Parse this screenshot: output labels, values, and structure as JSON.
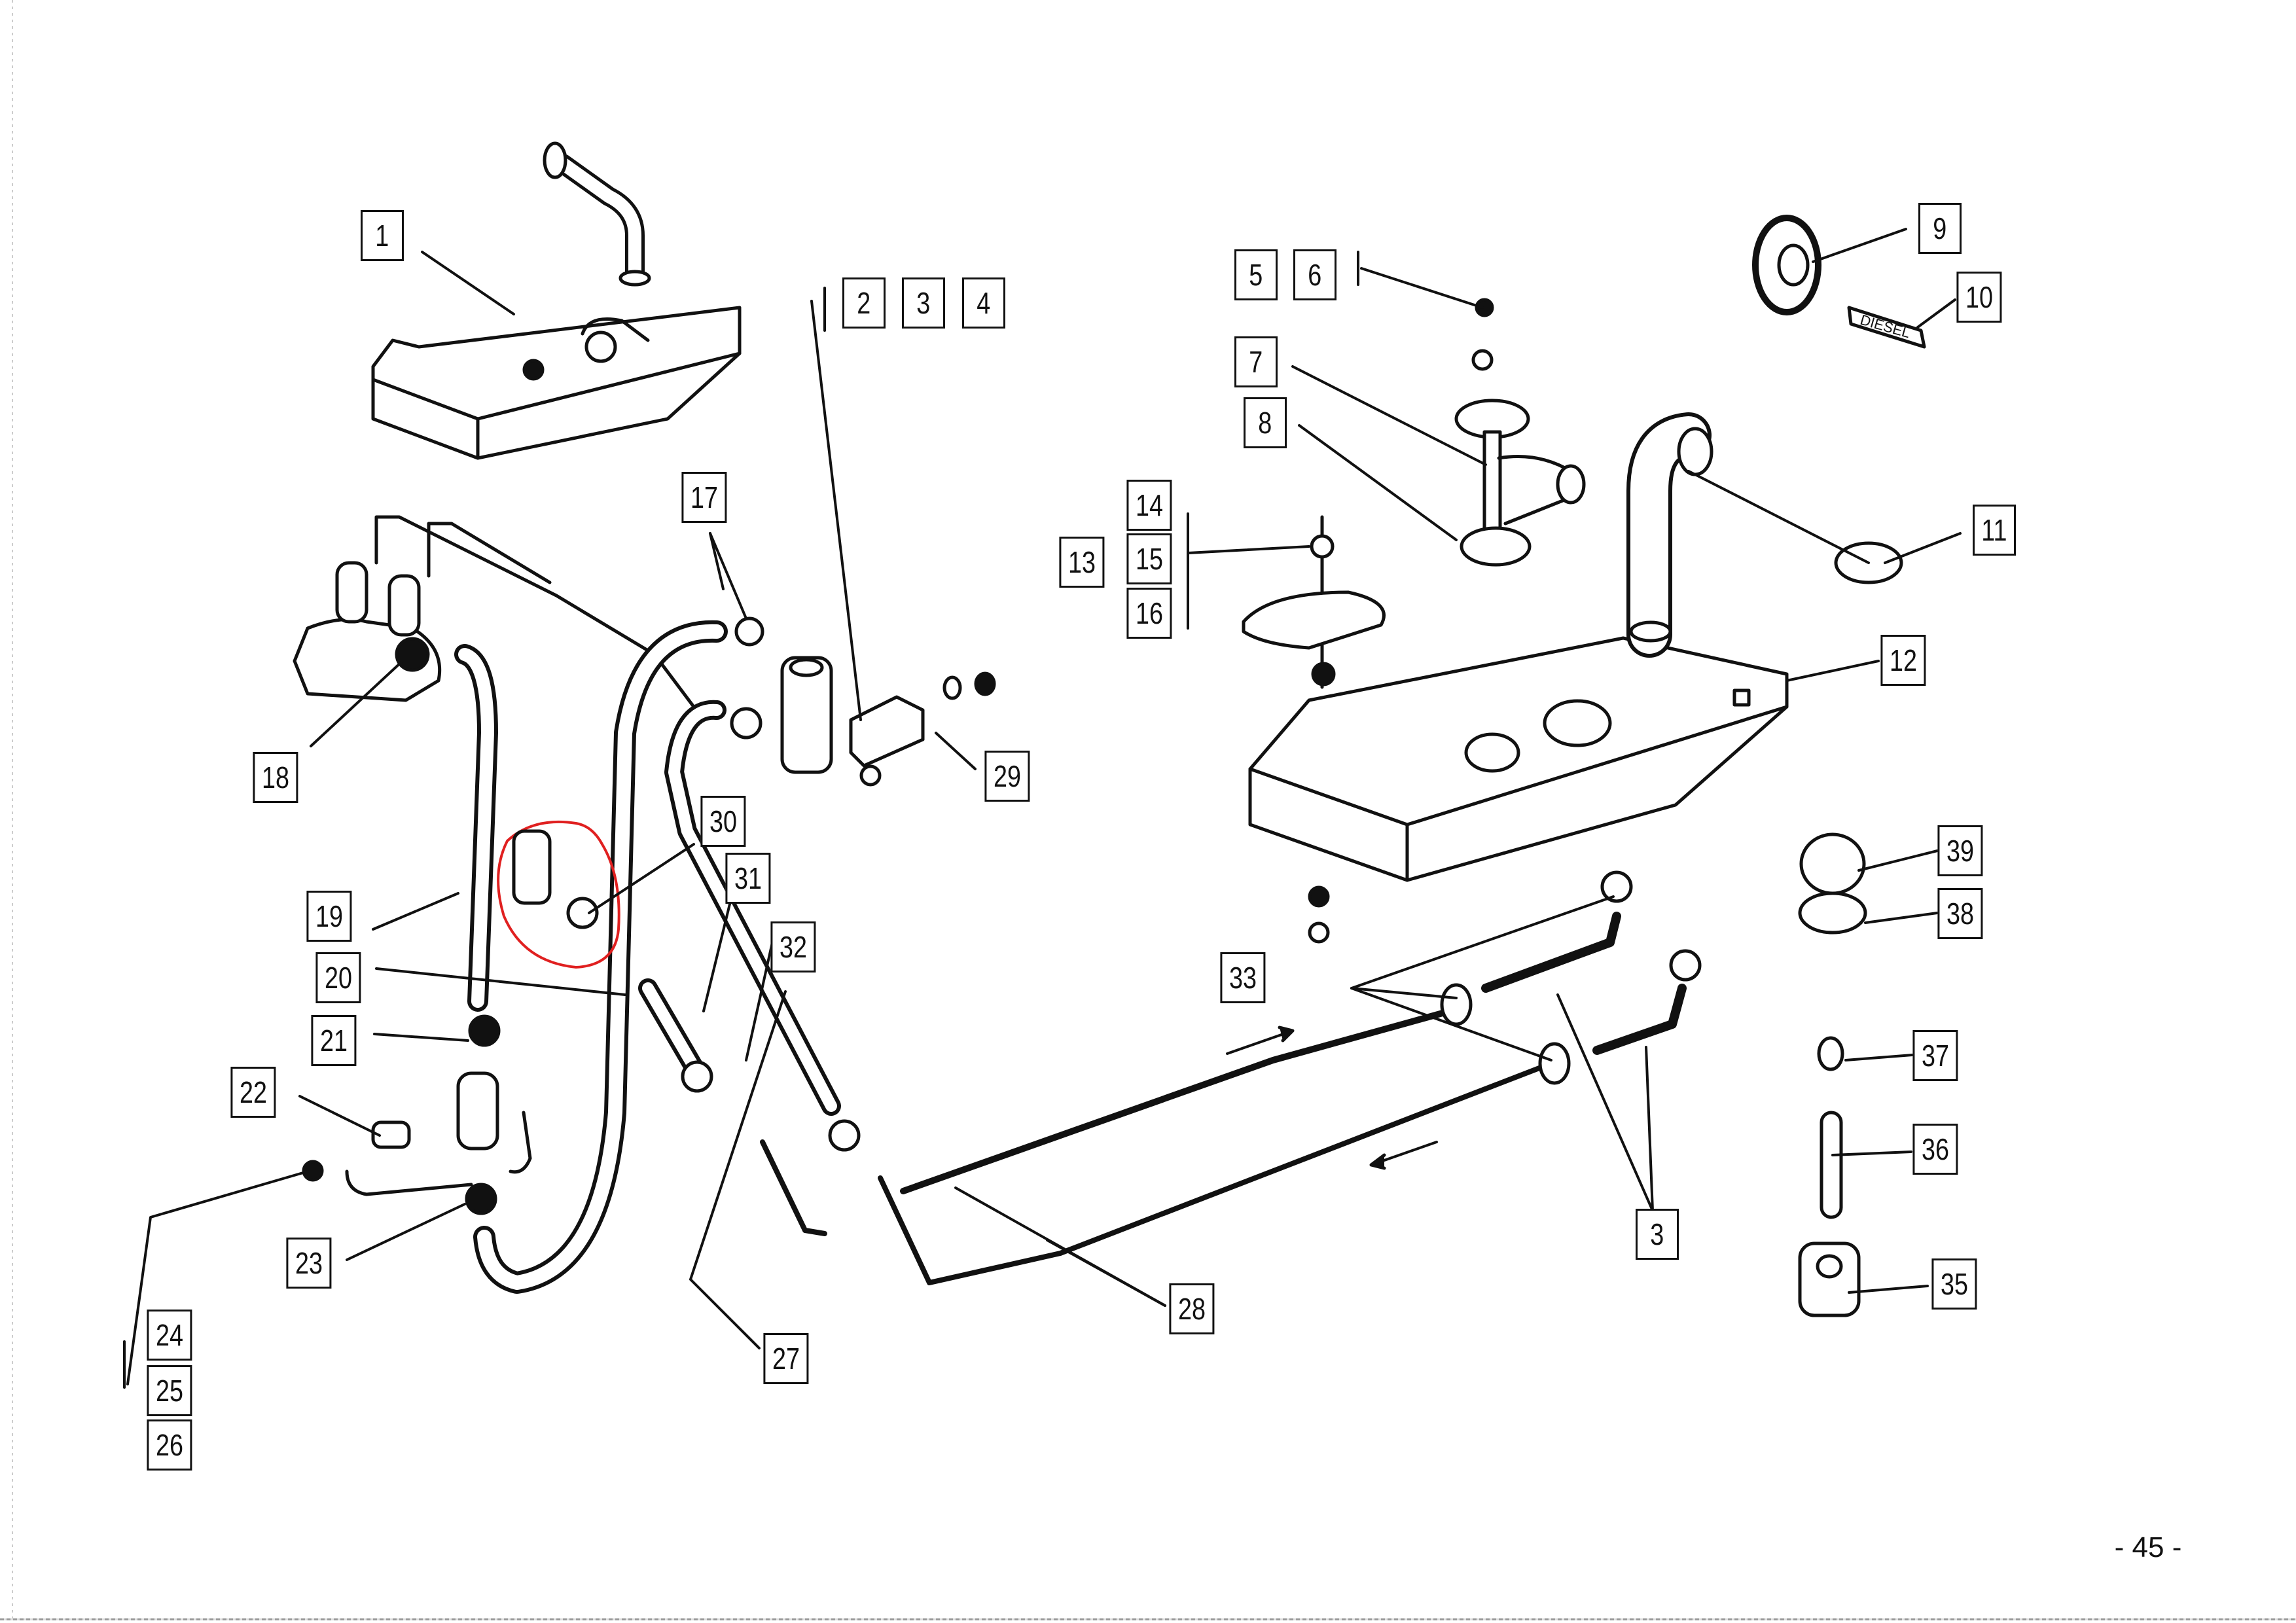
{
  "document": {
    "type": "exploded parts diagram",
    "subject": "fuel tank and fuel line assembly",
    "page_number": "- 45 -",
    "decal_text": "DIESEL",
    "highlight_color": "#e02020",
    "highlight_note": "red hand-drawn circle around parts 30/31"
  },
  "callouts": [
    {
      "id": "1",
      "text": "1"
    },
    {
      "id": "2",
      "text": "2"
    },
    {
      "id": "3a",
      "text": "3"
    },
    {
      "id": "4",
      "text": "4"
    },
    {
      "id": "5",
      "text": "5"
    },
    {
      "id": "6",
      "text": "6"
    },
    {
      "id": "7",
      "text": "7"
    },
    {
      "id": "8",
      "text": "8"
    },
    {
      "id": "9",
      "text": "9"
    },
    {
      "id": "10",
      "text": "10"
    },
    {
      "id": "11",
      "text": "11"
    },
    {
      "id": "12",
      "text": "12"
    },
    {
      "id": "13",
      "text": "13"
    },
    {
      "id": "14",
      "text": "14"
    },
    {
      "id": "15",
      "text": "15"
    },
    {
      "id": "16",
      "text": "16"
    },
    {
      "id": "17",
      "text": "17"
    },
    {
      "id": "18",
      "text": "18"
    },
    {
      "id": "19",
      "text": "19"
    },
    {
      "id": "20",
      "text": "20"
    },
    {
      "id": "21",
      "text": "21"
    },
    {
      "id": "22",
      "text": "22"
    },
    {
      "id": "23",
      "text": "23"
    },
    {
      "id": "24",
      "text": "24"
    },
    {
      "id": "25",
      "text": "25"
    },
    {
      "id": "26",
      "text": "26"
    },
    {
      "id": "27",
      "text": "27"
    },
    {
      "id": "28",
      "text": "28"
    },
    {
      "id": "29",
      "text": "29"
    },
    {
      "id": "30",
      "text": "30"
    },
    {
      "id": "31",
      "text": "31"
    },
    {
      "id": "32",
      "text": "32"
    },
    {
      "id": "33",
      "text": "33"
    },
    {
      "id": "3b",
      "text": "3"
    },
    {
      "id": "35",
      "text": "35"
    },
    {
      "id": "36",
      "text": "36"
    },
    {
      "id": "37",
      "text": "37"
    },
    {
      "id": "38",
      "text": "38"
    },
    {
      "id": "39",
      "text": "39"
    }
  ]
}
